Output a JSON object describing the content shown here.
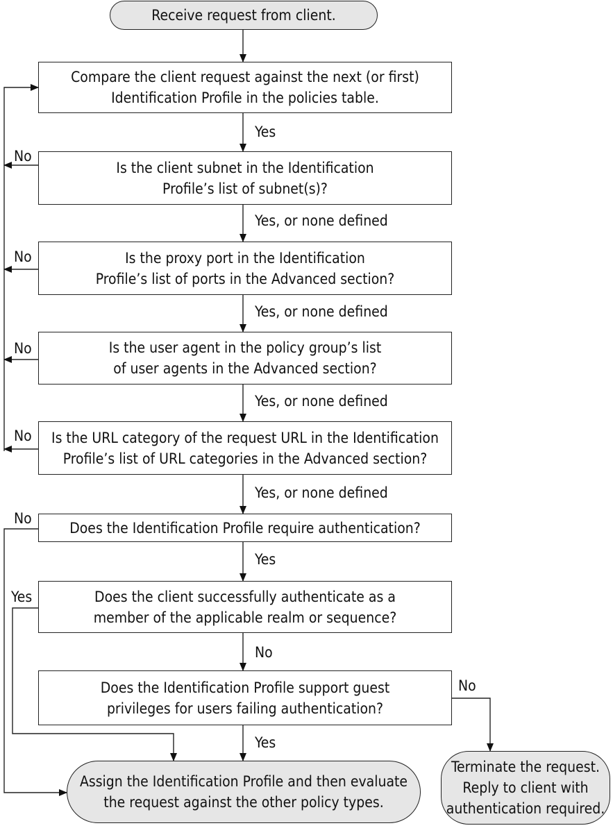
{
  "start": "Receive request from client.",
  "steps": {
    "compare": "Compare the client request against the next (or first)\nIdentification Profile in the policies table.",
    "subnet": "Is the client subnet in the Identification\nProfile’s list of subnet(s)?",
    "port": "Is the proxy port in the Identification\nProfile’s list of ports in the Advanced section?",
    "agent": "Is the user agent in the policy group’s list\nof user agents in the Advanced section?",
    "url": "Is the URL category of the request URL in the Identification\nProfile’s list of URL categories in the Advanced section?",
    "require_auth": "Does the Identification Profile require authentication?",
    "authenticate": "Does the client successfully authenticate as a\nmember of the applicable realm or sequence?",
    "guest": "Does the Identification Profile support guest\nprivileges for users failing authentication?"
  },
  "ends": {
    "assign": "Assign the Identification Profile and then evaluate\nthe request against the other policy types.",
    "terminate": "Terminate the request.\nReply to client with\nauthentication required."
  },
  "labels": {
    "yes": "Yes",
    "yes_none": "Yes, or none defined",
    "no": "No"
  }
}
